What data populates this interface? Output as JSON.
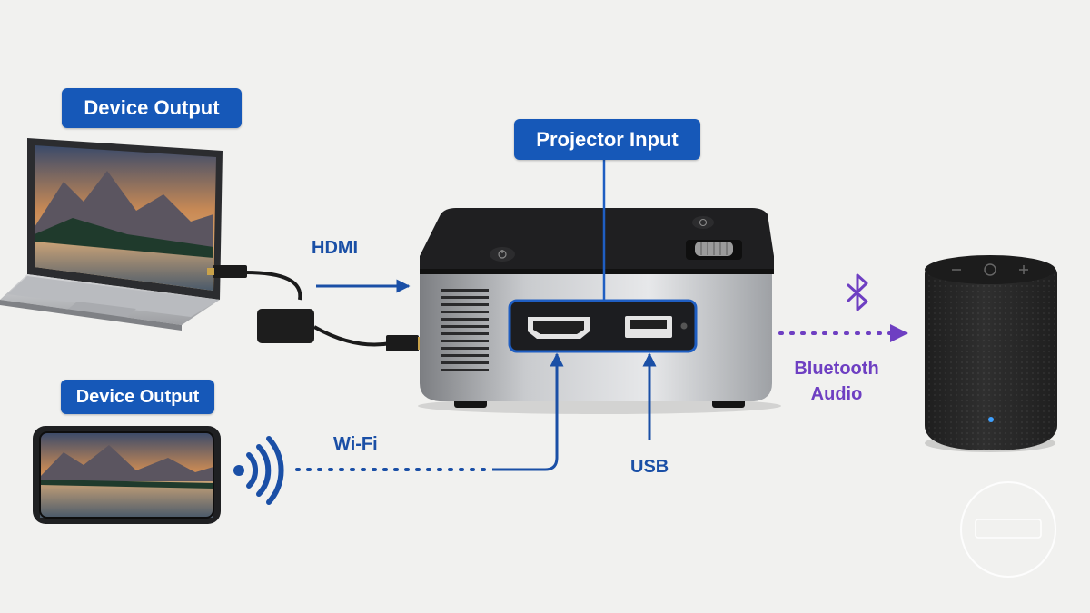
{
  "labels": {
    "device_output_laptop": "Device Output",
    "projector_input": "Projector Input",
    "device_output_phone": "Device Output",
    "hdmi": "HDMI",
    "wifi": "Wi-Fi",
    "usb": "USB",
    "bluetooth_line1": "Bluetooth",
    "bluetooth_line2": "Audio"
  },
  "colors": {
    "label_blue": "#1658b8",
    "connection_blue": "#1a4fa6",
    "bluetooth_purple": "#6e3fc2",
    "background": "#f1f1ef"
  },
  "icons": [
    "wifi-signal-icon",
    "bluetooth-icon",
    "power-icon",
    "hdmi-port-icon",
    "usb-port-icon"
  ]
}
